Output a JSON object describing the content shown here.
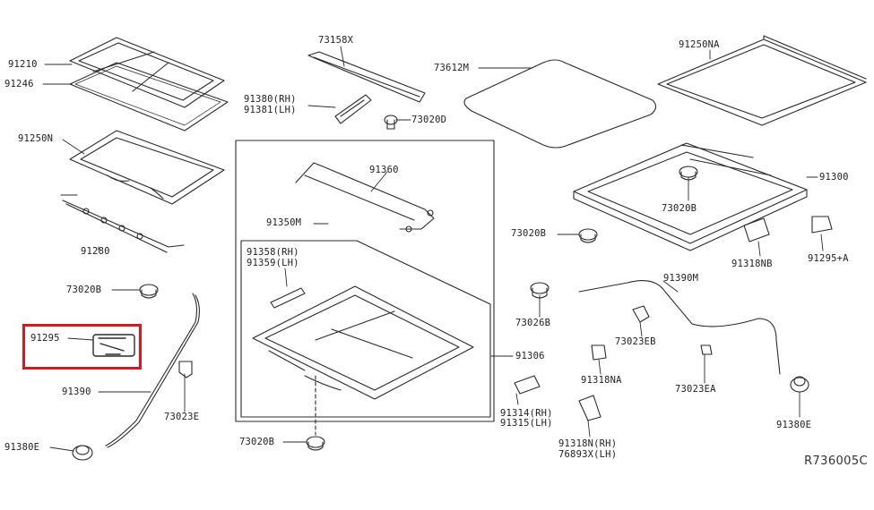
{
  "diagram": {
    "highlight_color": "#d41a1f",
    "line_color": "#2b2b2b",
    "reference_code": "R736005C",
    "labels": {
      "p91210": "91210",
      "p91246": "91246",
      "p91250N": "91250N",
      "p91280": "91280",
      "p73020B_left": "73020B",
      "p91295": "91295",
      "p91390": "91390",
      "p91380E_left": "91380E",
      "p73023E": "73023E",
      "p73158X": "73158X",
      "p91380_rh": "91380(RH)",
      "p91381_lh": "91381(LH)",
      "p73020D": "73020D",
      "p91360": "91360",
      "p91350M": "91350M",
      "p91358_rh": "91358(RH)",
      "p91359_lh": "91359(LH)",
      "p73020B_bottom": "73020B",
      "p91306": "91306",
      "p73612M": "73612M",
      "p91250NA": "91250NA",
      "p91300": "91300",
      "p73020B_right": "73020B",
      "p73020B_mid": "73020B",
      "p91318NB": "91318NB",
      "p91295A": "91295+A",
      "p91390M": "91390M",
      "p73026B": "73026B",
      "p73023EB": "73023EB",
      "p91318NA": "91318NA",
      "p73023EA": "73023EA",
      "p91380E_right": "91380E",
      "p91314_rh": "91314(RH)",
      "p91315_lh": "91315(LH)",
      "p91318N_rh": "91318N(RH)",
      "p76893X_lh": "76893X(LH)"
    }
  }
}
